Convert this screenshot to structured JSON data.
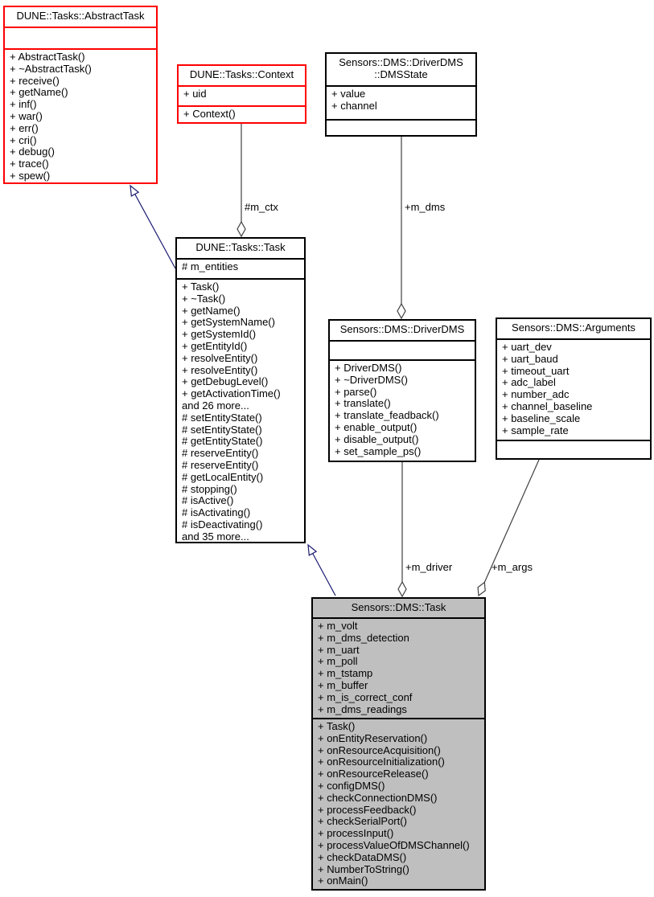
{
  "classes": {
    "abstract_task": {
      "title": "DUNE::Tasks::AbstractTask",
      "attributes": [],
      "methods": [
        "+ AbstractTask()",
        "+ ~AbstractTask()",
        "+ receive()",
        "+ getName()",
        "+ inf()",
        "+ war()",
        "+ err()",
        "+ cri()",
        "+ debug()",
        "+ trace()",
        "+ spew()"
      ]
    },
    "context": {
      "title": "DUNE::Tasks::Context",
      "attributes": [
        "+ uid"
      ],
      "methods": [
        "+ Context()"
      ]
    },
    "dms_state": {
      "title": "Sensors::DMS::DriverDMS\n::DMSState",
      "attributes": [
        "+ value",
        "+ channel"
      ],
      "methods": []
    },
    "dune_task": {
      "title": "DUNE::Tasks::Task",
      "attributes": [
        "# m_entities"
      ],
      "methods": [
        "+ Task()",
        "+ ~Task()",
        "+ getName()",
        "+ getSystemName()",
        "+ getSystemId()",
        "+ getEntityId()",
        "+ resolveEntity()",
        "+ resolveEntity()",
        "+ getDebugLevel()",
        "+ getActivationTime()",
        "and 26 more...",
        "# setEntityState()",
        "# setEntityState()",
        "# getEntityState()",
        "# reserveEntity()",
        "# reserveEntity()",
        "# getLocalEntity()",
        "# stopping()",
        "# isActive()",
        "# isActivating()",
        "# isDeactivating()",
        "and 35 more..."
      ]
    },
    "driver_dms": {
      "title": "Sensors::DMS::DriverDMS",
      "attributes": [],
      "methods": [
        "+ DriverDMS()",
        "+ ~DriverDMS()",
        "+ parse()",
        "+ translate()",
        "+ translate_feadback()",
        "+ enable_output()",
        "+ disable_output()",
        "+ set_sample_ps()"
      ]
    },
    "arguments": {
      "title": "Sensors::DMS::Arguments",
      "attributes": [
        "+ uart_dev",
        "+ uart_baud",
        "+ timeout_uart",
        "+ adc_label",
        "+ number_adc",
        "+ channel_baseline",
        "+ baseline_scale",
        "+ sample_rate"
      ],
      "methods": []
    },
    "dms_task": {
      "title": "Sensors::DMS::Task",
      "attributes": [
        "+ m_volt",
        "+ m_dms_detection",
        "+ m_uart",
        "+ m_poll",
        "+ m_tstamp",
        "+ m_buffer",
        "+ m_is_correct_conf",
        "+ m_dms_readings"
      ],
      "methods": [
        "+ Task()",
        "+ onEntityReservation()",
        "+ onResourceAcquisition()",
        "+ onResourceInitialization()",
        "+ onResourceRelease()",
        "+ configDMS()",
        "+ checkConnectionDMS()",
        "+ processFeedback()",
        "+ checkSerialPort()",
        "+ processInput()",
        "+ processValueOfDMSChannel()",
        "+ checkDataDMS()",
        "+ NumberToString()",
        "+ onMain()"
      ]
    }
  },
  "edges": {
    "usage": [
      {
        "label": "#m_ctx",
        "owner": "DUNE::Tasks::Task",
        "member_type": "DUNE::Tasks::Context"
      },
      {
        "label": "+m_dms",
        "owner": "Sensors::DMS::DriverDMS",
        "member_type": "Sensors::DMS::DriverDMS::DMSState"
      },
      {
        "label": "+m_driver",
        "owner": "Sensors::DMS::Task",
        "member_type": "Sensors::DMS::DriverDMS"
      },
      {
        "label": "+m_args",
        "owner": "Sensors::DMS::Task",
        "member_type": "Sensors::DMS::Arguments"
      }
    ],
    "inheritance": [
      {
        "derived": "DUNE::Tasks::Task",
        "base": "DUNE::Tasks::AbstractTask"
      },
      {
        "derived": "Sensors::DMS::Task",
        "base": "DUNE::Tasks::Task"
      }
    ]
  },
  "colors": {
    "class_border_red": "#ff0000",
    "class_border_black": "#000000",
    "class_fill": "#ffffff",
    "highlight_fill": "#bfbfbf",
    "usage_edge": "#404040",
    "inheritance_edge": "#191970",
    "text": "#000000"
  }
}
